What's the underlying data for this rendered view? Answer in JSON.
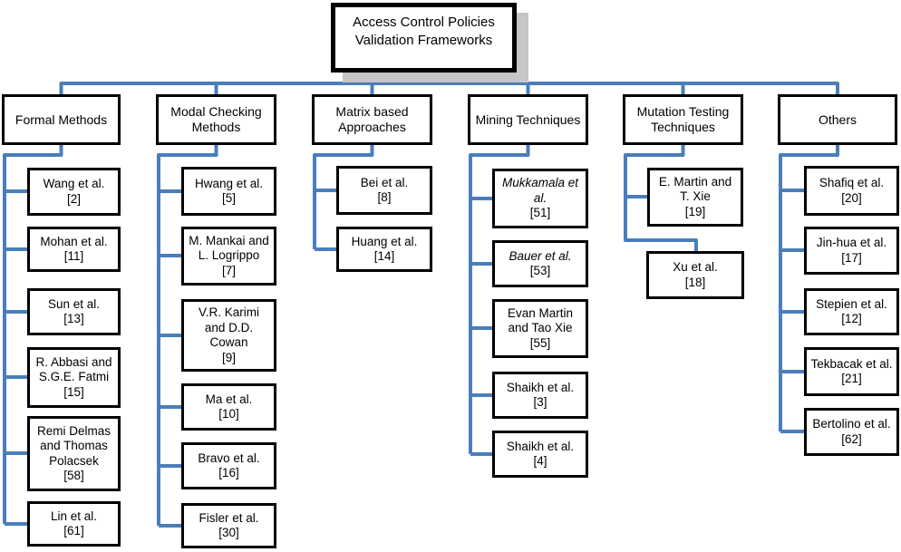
{
  "colors": {
    "connector_blue": "#4a7ebb",
    "box_border": "#000000",
    "root_shadow": "#c6c6c6",
    "background": "#ffffff"
  },
  "diagram": {
    "root_label": "Access Control Policies Validation Frameworks",
    "columns": [
      {
        "label": "Formal Methods",
        "leaves": [
          {
            "name": "Wang et al.",
            "ref": "[2]"
          },
          {
            "name": "Mohan et al.",
            "ref": "[11]"
          },
          {
            "name": "Sun et al.",
            "ref": "[13]"
          },
          {
            "name": "R. Abbasi and S.G.E. Fatmi",
            "ref": "[15]"
          },
          {
            "name": "Remi Delmas and Thomas Polacsek",
            "ref": "[58]"
          },
          {
            "name": "Lin et al.",
            "ref": "[61]"
          }
        ]
      },
      {
        "label": "Modal Checking Methods",
        "leaves": [
          {
            "name": "Hwang et al.",
            "ref": "[5]"
          },
          {
            "name": "M. Mankai and L. Logrippo",
            "ref": "[7]"
          },
          {
            "name": "V.R. Karimi and D.D. Cowan",
            "ref": "[9]"
          },
          {
            "name": "Ma et al.",
            "ref": "[10]"
          },
          {
            "name": "Bravo et al.",
            "ref": "[16]"
          },
          {
            "name": "Fisler et al.",
            "ref": "[30]"
          }
        ]
      },
      {
        "label": "Matrix based Approaches",
        "leaves": [
          {
            "name": "Bei et al.",
            "ref": "[8]"
          },
          {
            "name": "Huang et al.",
            "ref": "[14]"
          }
        ]
      },
      {
        "label": "Mining Techniques",
        "leaves": [
          {
            "name": "Mukkamala et al.",
            "ref": "[51]"
          },
          {
            "name": "Bauer et al.",
            "ref": "[53]"
          },
          {
            "name": "Evan Martin and Tao Xie",
            "ref": "[55]"
          },
          {
            "name": "Shaikh et al.",
            "ref": "[3]"
          },
          {
            "name": "Shaikh et al.",
            "ref": "[4]"
          }
        ]
      },
      {
        "label": "Mutation Testing Techniques",
        "leaves": [
          {
            "name": "E. Martin and T. Xie",
            "ref": "[19]"
          },
          {
            "name": "Xu et al.",
            "ref": "[18]"
          }
        ]
      },
      {
        "label": "Others",
        "leaves": [
          {
            "name": "Shafiq et al.",
            "ref": "[20]"
          },
          {
            "name": "Jin-hua et al.",
            "ref": "[17]"
          },
          {
            "name": "Stepien et al.",
            "ref": "[12]"
          },
          {
            "name": "Tekbacak et al.",
            "ref": "[21]"
          },
          {
            "name": "Bertolino et al.",
            "ref": "[62]"
          }
        ]
      }
    ]
  }
}
